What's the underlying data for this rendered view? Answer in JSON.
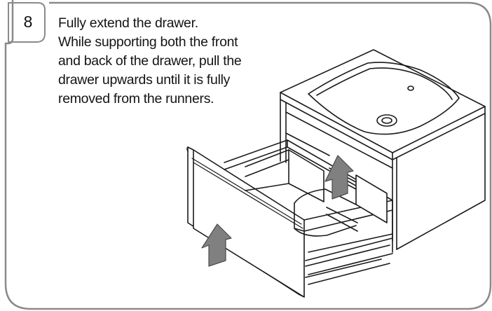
{
  "step": {
    "number": "8"
  },
  "instructions": {
    "lines": [
      "Fully extend the drawer.",
      "While supporting both the front",
      "and back of the drawer, pull the",
      "drawer upwards until it is fully",
      "removed from the runners."
    ]
  },
  "colors": {
    "frame_stroke": "#8a8a8a",
    "line_art": "#1a1a1a",
    "arrow_fill": "#808080"
  },
  "icons": {
    "arrows": "up-arrow-icon"
  }
}
